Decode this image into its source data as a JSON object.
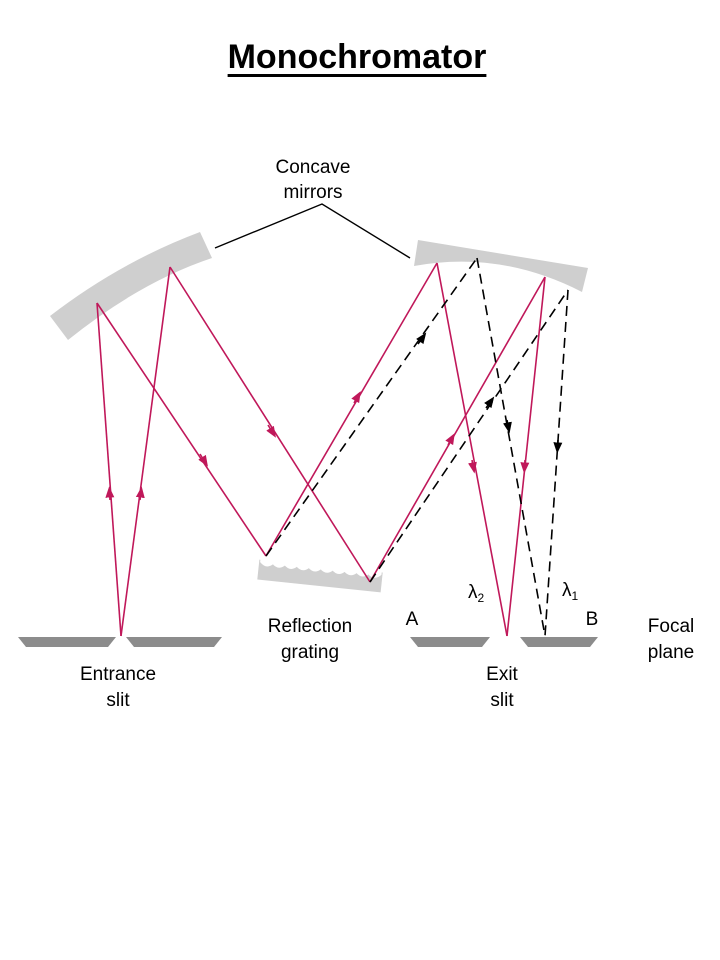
{
  "title": "Monochromator",
  "labels": {
    "concave_mirrors_line1": "Concave",
    "concave_mirrors_line2": "mirrors",
    "reflection_grating_line1": "Reflection",
    "reflection_grating_line2": "grating",
    "entrance_slit_line1": "Entrance",
    "entrance_slit_line2": "slit",
    "exit_slit_line1": "Exit",
    "exit_slit_line2": "slit",
    "focal_plane_line1": "Focal",
    "focal_plane_line2": "plane",
    "point_a": "A",
    "point_b": "B",
    "lambda_2": "λ",
    "lambda_2_sub": "2",
    "lambda_1": "λ",
    "lambda_1_sub": "1"
  },
  "colors": {
    "ray": "#c0185a",
    "dashed_ray": "#000000",
    "mirror": "#cfcfcf",
    "slit_plate": "#8c8c8c"
  }
}
